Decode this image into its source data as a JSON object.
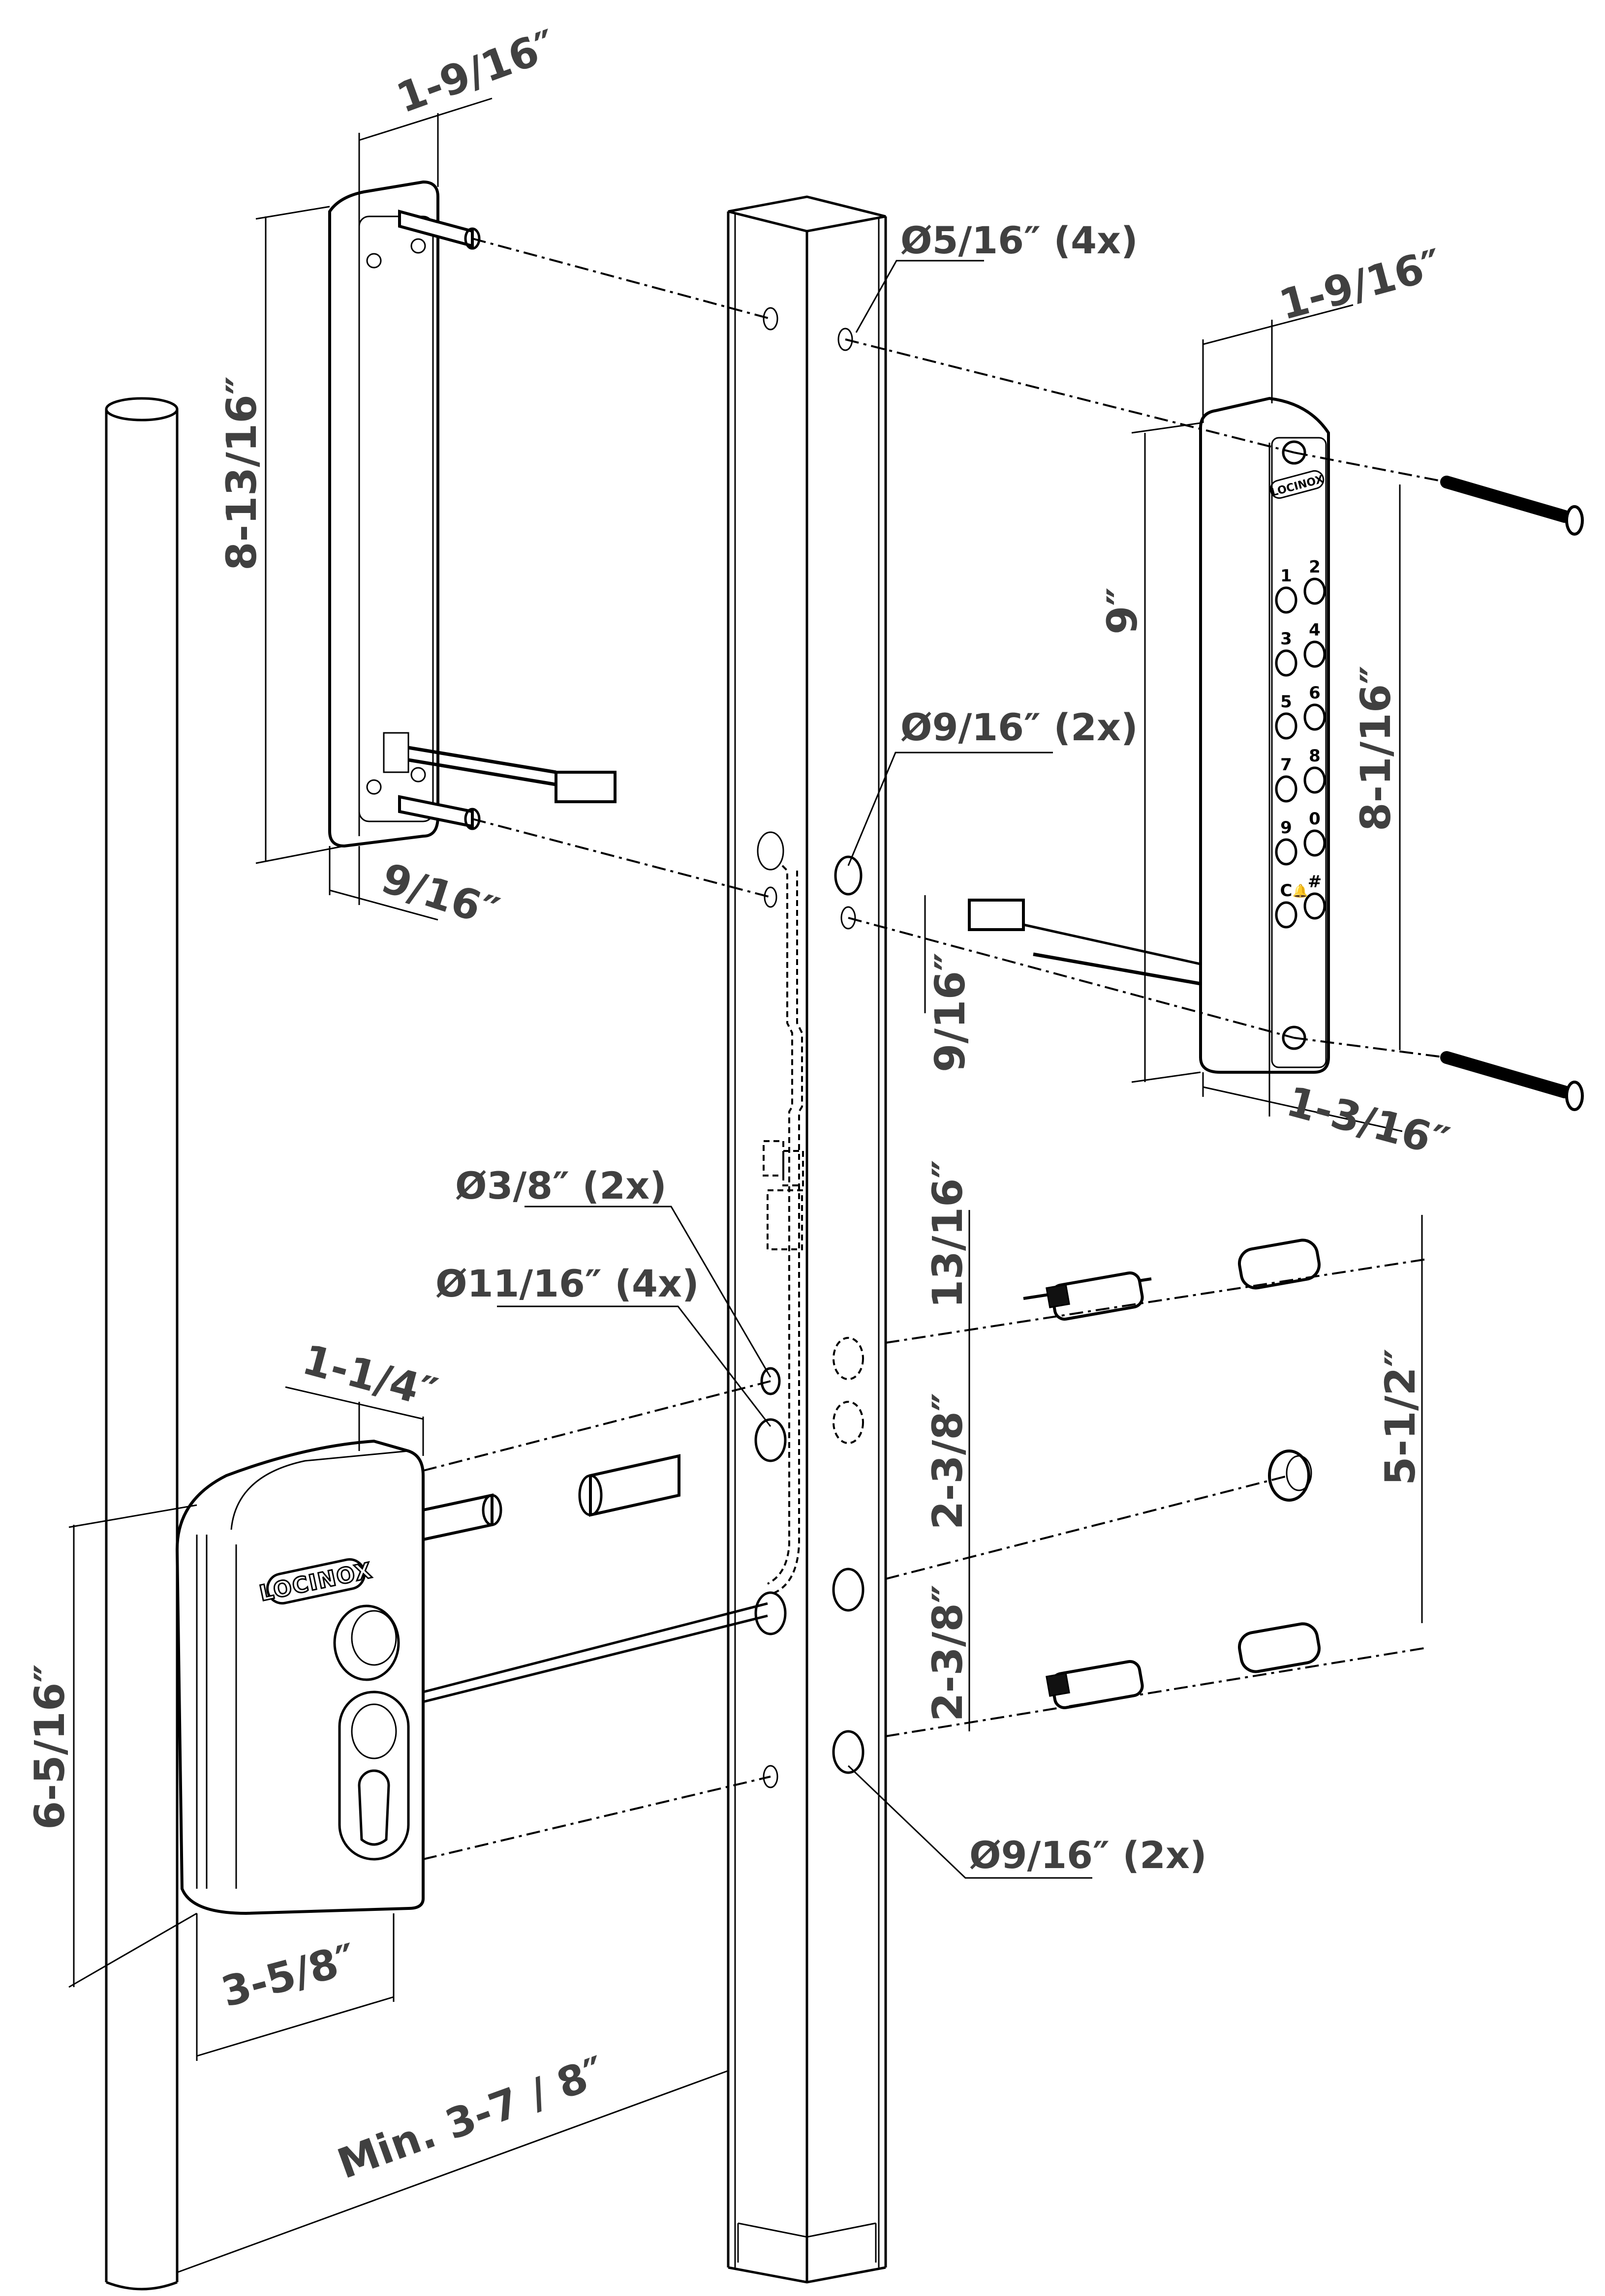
{
  "diagram": {
    "brand": "LOCINOX",
    "components": {
      "rear_mounting_plate": "Rear mounting plate with pins",
      "gate_profile": "Square gate profile",
      "keypad_unit": "Keypad unit",
      "lock_body": "Lock body",
      "post": "Round post"
    },
    "keypad": {
      "keys": [
        "1",
        "2",
        "3",
        "4",
        "5",
        "6",
        "7",
        "8",
        "9",
        "0",
        "C",
        "#"
      ],
      "bell_symbol": "🔔"
    },
    "dimensions": {
      "plate_depth": "1-9/16″",
      "plate_height": "8-13/16″",
      "plate_offset": "9/16″",
      "keypad_depth": "1-9/16″",
      "keypad_height": "9″",
      "keypad_hole_spacing": "8-1/16″",
      "keypad_width": "1-3/16″",
      "cable_hole_offset": "9/16″",
      "lock_depth": "1-1/4″",
      "lock_height": "6-5/16″",
      "lock_width": "3-5/8″",
      "top_offset": "13/16″",
      "spacing_1": "2-3/8″",
      "spacing_2": "2-3/8″",
      "total_spacing": "5-1/2″",
      "min_distance": "Min. 3-7 / 8″"
    },
    "callouts": {
      "hole_5_16": "Ø5/16″ (4x)",
      "hole_9_16_top": "Ø9/16″ (2x)",
      "hole_3_8": "Ø3/8″ (2x)",
      "hole_11_16": "Ø11/16″ (4x)",
      "hole_9_16_bottom": "Ø9/16″ (2x)"
    }
  }
}
